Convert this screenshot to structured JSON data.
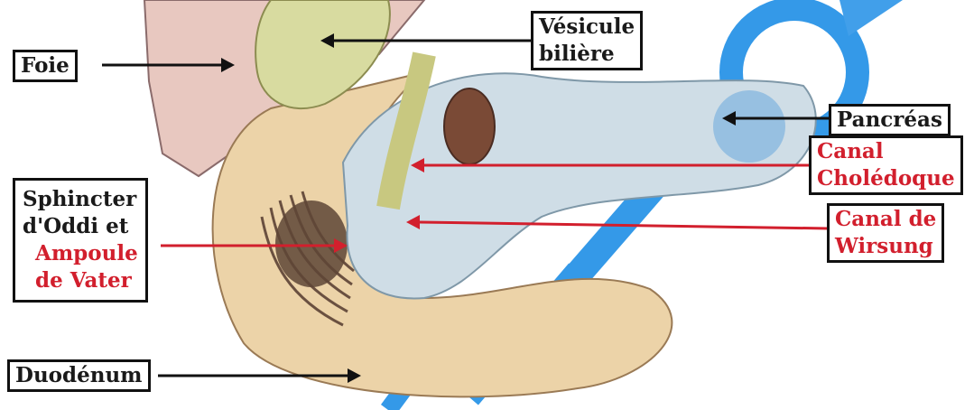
{
  "labels": {
    "foie": "Foie",
    "vesicule_line1": "Vésicule",
    "vesicule_line2": "bilière",
    "pancreas": "Pancréas",
    "canal_choledoque_line1": "Canal",
    "canal_choledoque_line2": "Cholédoque",
    "canal_wirsung_line1": "Canal de",
    "canal_wirsung_line2": "Wirsung",
    "sphincter_line1": "Sphincter",
    "sphincter_line2": "d'Oddi et",
    "ampoule_line1": "Ampoule",
    "ampoule_line2": "de Vater",
    "duodenum": "Duodénum"
  },
  "colors": {
    "label_text": "#1a1a1a",
    "highlight_text": "#d21f2d",
    "pointer_black": "#111111",
    "pointer_red": "#d21f2d",
    "watermark": "#1f8fe6",
    "liver": "#e8c8c0",
    "gallbladder": "#d8dba0",
    "duodenum": "#ecd3a8",
    "pancreas": "#cfdde6"
  }
}
